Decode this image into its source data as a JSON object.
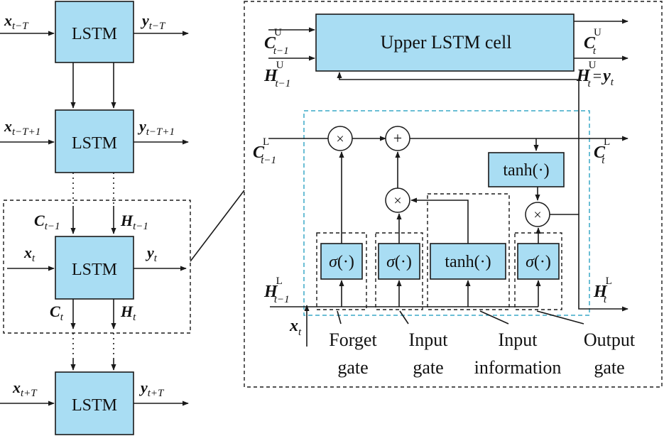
{
  "left_chain": {
    "cell_label": "LSTM",
    "cells": [
      {
        "input": "x",
        "input_sub": "t−T",
        "output": "y",
        "output_sub": "t−T"
      },
      {
        "input": "x",
        "input_sub": "t−T+1",
        "output": "y",
        "output_sub": "t−T+1"
      },
      {
        "input": "x",
        "input_sub": "t",
        "output": "y",
        "output_sub": "t"
      },
      {
        "input": "x",
        "input_sub": "t+T",
        "output": "y",
        "output_sub": "t+T"
      }
    ],
    "state_in": {
      "c": "C",
      "c_sub": "t−1",
      "h": "H",
      "h_sub": "t−1"
    },
    "state_out": {
      "c": "C",
      "c_sub": "t",
      "h": "H",
      "h_sub": "t"
    }
  },
  "detail": {
    "upper_cell_label": "Upper LSTM cell",
    "upper_c_in": {
      "sym": "C",
      "sup": "U",
      "sub": "t−1"
    },
    "upper_h_in": {
      "sym": "H",
      "sup": "U",
      "sub": "t−1"
    },
    "upper_c_out": {
      "sym": "C",
      "sup": "U",
      "sub": "t"
    },
    "upper_h_out": {
      "sym": "H",
      "sup": "U",
      "sub": "t",
      "eq": "=",
      "y": "y",
      "y_sub": "t"
    },
    "lower_c_in": {
      "sym": "C",
      "sup": "L",
      "sub": "t−1"
    },
    "lower_c_out": {
      "sym": "C",
      "sup": "L",
      "sub": "t"
    },
    "lower_h_in": {
      "sym": "H",
      "sup": "L",
      "sub": "t−1"
    },
    "lower_h_out": {
      "sym": "H",
      "sup": "L",
      "sub": "t"
    },
    "x_in": {
      "sym": "x",
      "sub": "t"
    },
    "sigma": "σ",
    "sigma_arg": "(·)",
    "tanh": "tanh(·)",
    "times": "×",
    "plus": "+",
    "gates": {
      "forget": [
        "Forget",
        "gate"
      ],
      "input": [
        "Input",
        "gate"
      ],
      "info": [
        "Input",
        "information"
      ],
      "output": [
        "Output",
        "gate"
      ]
    }
  }
}
